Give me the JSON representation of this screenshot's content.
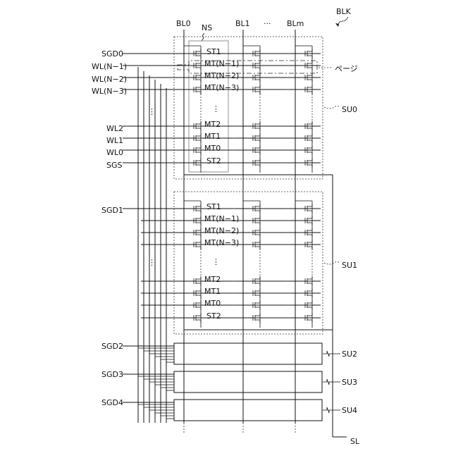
{
  "labels": {
    "blk": "BLK",
    "bl0": "BL0",
    "bl1": "BL1",
    "blm": "BLm",
    "bl_dots": "···",
    "ns": "NS",
    "page": "ページ",
    "sgd0": "SGD0",
    "sgd1": "SGD1",
    "sgd2": "SGD2",
    "sgd3": "SGD3",
    "sgd4": "SGD4",
    "wln1": "WL(N−1)",
    "wln2": "WL(N−2)",
    "wln3": "WL(N−3)",
    "wl2": "WL2",
    "wl1": "WL1",
    "wl0": "WL0",
    "sgs": "SGS",
    "su0": "SU0",
    "su1": "SU1",
    "su2": "SU2",
    "su3": "SU3",
    "su4": "SU4",
    "sl": "SL",
    "vdots": "⋮"
  },
  "cells": {
    "st1": "ST1",
    "mtn1": "MT(N−1)",
    "mtn2": "MT(N−2)",
    "mtn3": "MT(N−3)",
    "mt2": "MT2",
    "mt1": "MT1",
    "mt0": "MT0",
    "st2": "ST2"
  }
}
